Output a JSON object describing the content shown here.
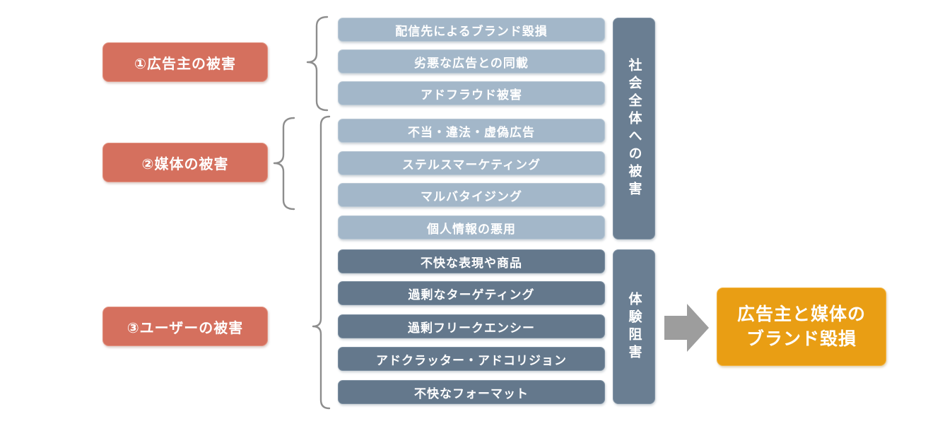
{
  "diagram": {
    "title": "advertising-harm-classification",
    "left_categories": [
      {
        "label": "①広告主の被害"
      },
      {
        "label": "②媒体の被害"
      },
      {
        "label": "③ユーザーの被害"
      }
    ],
    "harm_items": [
      {
        "label": "配信先によるブランド毀損",
        "tone": "light"
      },
      {
        "label": "劣悪な広告との同載",
        "tone": "light"
      },
      {
        "label": "アドフラウド被害",
        "tone": "light"
      },
      {
        "label": "不当・違法・虚偽広告",
        "tone": "light"
      },
      {
        "label": "ステルスマーケティング",
        "tone": "light"
      },
      {
        "label": "マルバタイジング",
        "tone": "light"
      },
      {
        "label": "個人情報の悪用",
        "tone": "light"
      },
      {
        "label": "不快な表現や商品",
        "tone": "dark"
      },
      {
        "label": "過剰なターゲティング",
        "tone": "dark"
      },
      {
        "label": "過剰フリークエンシー",
        "tone": "dark"
      },
      {
        "label": "アドクラッター・アドコリジョン",
        "tone": "dark"
      },
      {
        "label": "不快なフォーマット",
        "tone": "dark"
      }
    ],
    "scope_bars": [
      {
        "label": "社会全体への被害"
      },
      {
        "label": "体験阻害"
      }
    ],
    "outcome": {
      "line1": "広告主と媒体の",
      "line2": "ブランド毀損"
    },
    "colors": {
      "category_red": "#D5705E",
      "item_light_blue": "#A3B7C9",
      "item_dark_slate": "#64788C",
      "scope_bar_slate": "#6A7E92",
      "outcome_orange": "#E99E14",
      "arrow_gray": "#9D9D9D",
      "brace_gray": "#8D8D8D",
      "text": "#FFFFFF"
    }
  }
}
